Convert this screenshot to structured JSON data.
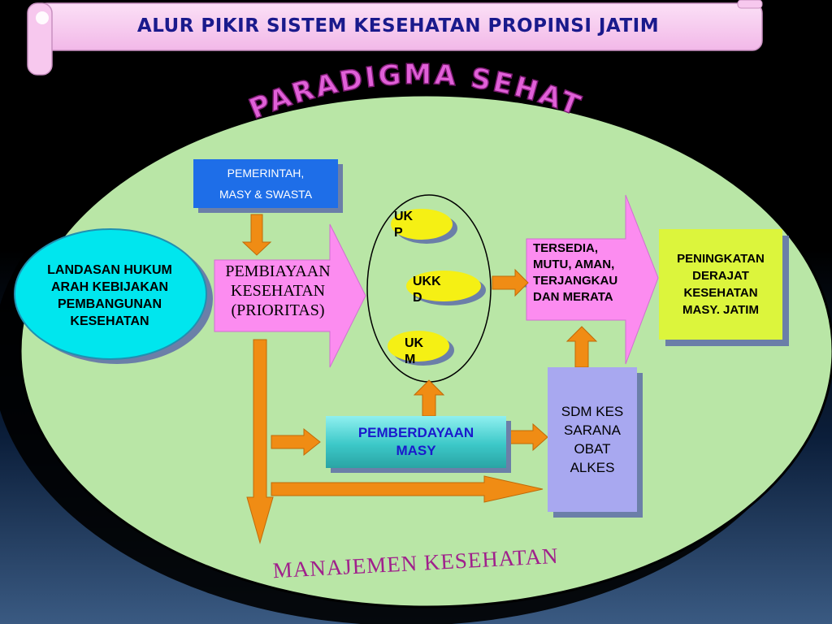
{
  "title": "ALUR PIKIR SISTEM KESEHATAN PROPINSI JATIM",
  "arc_title": "PARADIGMA SEHAT",
  "bottom_title": "MANAJEMEN KESEHATAN",
  "pemerintah": {
    "line1": "PEMERINTAH,",
    "line2": "MASY & SWASTA"
  },
  "landasan": {
    "line1": "LANDASAN HUKUM",
    "line2": "ARAH KEBIJAKAN",
    "line3": "PEMBANGUNAN",
    "line4": "KESEHATAN"
  },
  "pembiayaan": {
    "line1": "PEMBIAYAAN",
    "line2": "KESEHATAN",
    "line3": "(PRIORITAS)"
  },
  "ukp": {
    "line1": "UK",
    "line2": "P"
  },
  "ukkd": {
    "line1": "UKK",
    "line2": "D"
  },
  "ukm": {
    "line1": "UK",
    "line2": "M"
  },
  "tersedia": {
    "line1": "TERSEDIA,",
    "line2": "MUTU, AMAN,",
    "line3": "TERJANGKAU",
    "line4": "DAN MERATA"
  },
  "peningkatan": {
    "line1": "PENINGKATAN",
    "line2": "DERAJAT",
    "line3": "KESEHATAN",
    "line4": "MASY. JATIM"
  },
  "pemberdayaan": {
    "line1": "PEMBERDAYAAN",
    "line2": "MASY"
  },
  "sdm": {
    "line1": "SDM KES",
    "line2": "SARANA",
    "line3": "OBAT",
    "line4": "ALKES"
  },
  "colors": {
    "ellipse_green": "#b9e6a6",
    "arrow_orange": "#f08c14",
    "pink": "#fc8cf0",
    "title_bar": "#f7c8ee",
    "cyan": "#00e6ee",
    "yellow_oval": "#f5f014"
  }
}
